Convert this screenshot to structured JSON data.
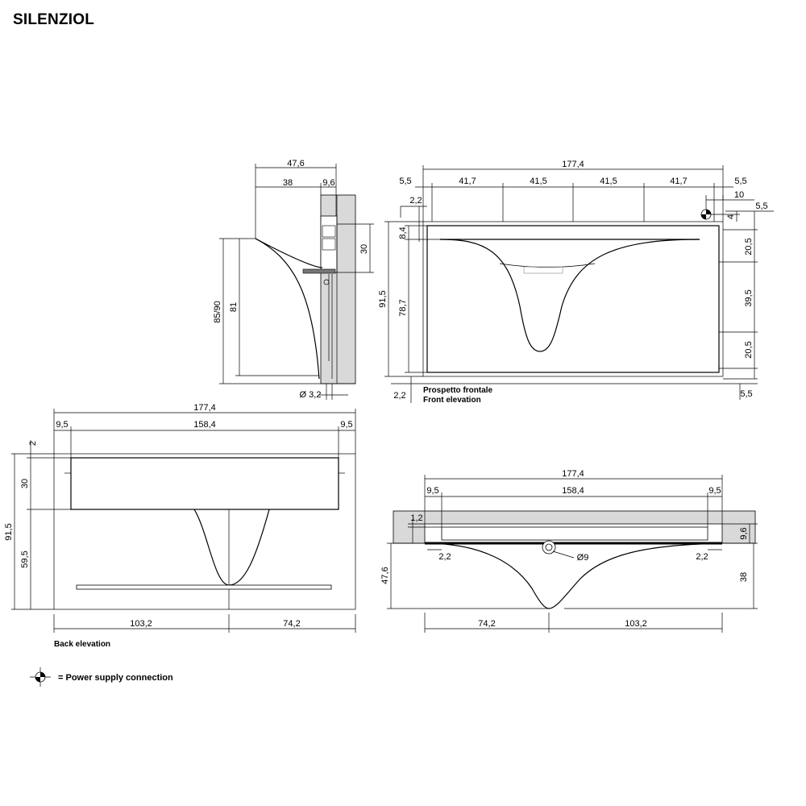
{
  "title": "SILENZIOL",
  "side_view": {
    "d_top_total": "47,6",
    "d_top_left": "38",
    "d_top_right": "9,6",
    "d_30": "30",
    "d_height_a": "85/90",
    "d_height_b": "81",
    "d_pipe": "Ø 3,2"
  },
  "front_view": {
    "d_total": "177,4",
    "d_margin_l": "5,5",
    "d_seg1": "41,7",
    "d_seg2": "41,5",
    "d_seg3": "41,5",
    "d_seg4": "41,7",
    "d_margin_r": "5,5",
    "d_10": "10",
    "d_4": "4",
    "d_55_right": "5,5",
    "d_22_top": "2,2",
    "d_84": "8,4",
    "d_height": "91,5",
    "d_inner": "78,7",
    "d_r1": "20,5",
    "d_r2": "39,5",
    "d_r3": "20,5",
    "d_22_bottom": "2,2",
    "d_55_bottom": "5,5",
    "caption_it": "Prospetto frontale",
    "caption_en": "Front elevation"
  },
  "back_view": {
    "d_total": "177,4",
    "d_left": "9,5",
    "d_mid": "158,4",
    "d_right": "9,5",
    "d_2": "2",
    "d_30": "30",
    "d_height": "91,5",
    "d_595": "59,5",
    "d_bl": "103,2",
    "d_br": "74,2",
    "caption": "Back elevation"
  },
  "top_view": {
    "d_total": "177,4",
    "d_left": "9,5",
    "d_mid": "158,4",
    "d_right": "9,5",
    "d_12": "1,2",
    "d_96": "9,6",
    "d_22_l": "2,2",
    "d_22_r": "2,2",
    "d_phi": "Ø9",
    "d_476": "47,6",
    "d_38": "38",
    "d_bl": "74,2",
    "d_br": "103,2"
  },
  "legend": {
    "icon": "power-supply-icon",
    "text": "= Power supply connection"
  }
}
